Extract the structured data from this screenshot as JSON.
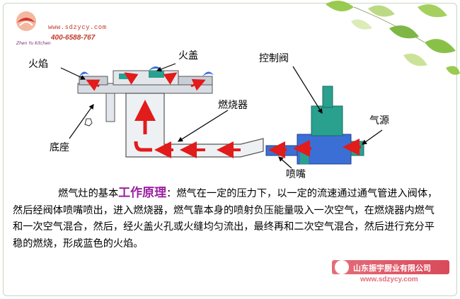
{
  "logo": {
    "url": "www.sdzycy.com",
    "phone": "400-6588-767",
    "brand": "Zhen Yu Kitchen"
  },
  "labels": {
    "flame": "火焰",
    "cap": "火盖",
    "valve": "控制阀",
    "burner": "燃烧器",
    "gas_source": "气源",
    "base": "底座",
    "nozzle": "喷嘴"
  },
  "text": {
    "intro": "燃气灶的基本",
    "highlight": "工作原理",
    "body": "：燃气在一定的压力下，以一定的流速通过通气管进入阀体，然后经阀体喷嘴喷出，进入燃烧器，燃气靠本身的喷射负压能量吸入一次空气，在燃烧器内燃气和一次空气混合，然后，经火盖火孔或火缝均匀流出，最终再和二次空气混合，然后进行充分平稳的燃烧，形成蓝色的火焰。"
  },
  "badge": {
    "company": "山东振宇厨业有限公司",
    "url": "www.sdzycy.com"
  },
  "colors": {
    "pipe_blue": "#3b6fd6",
    "arrow_red": "#e21b1b",
    "burner_green": "#2aa08f",
    "highlight_purple": "#9b1fa0"
  }
}
